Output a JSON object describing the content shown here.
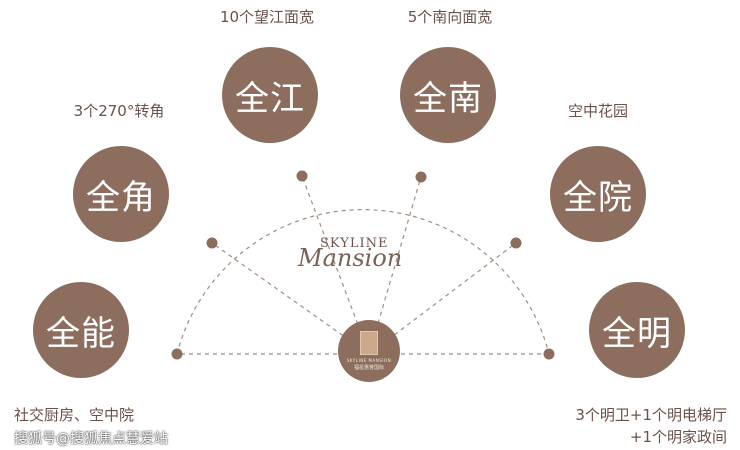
{
  "features": [
    {
      "key": "quanjiang",
      "label": "全江",
      "caption": "10个望江面宽"
    },
    {
      "key": "quannan",
      "label": "全南",
      "caption": "5个南向面宽"
    },
    {
      "key": "quanjiao",
      "label": "全角",
      "caption": "3个270°转角"
    },
    {
      "key": "quanyuan",
      "label": "全院",
      "caption": "空中花园"
    },
    {
      "key": "quanneng",
      "label": "全能",
      "caption": "社交厨房、空中院"
    },
    {
      "key": "quanming",
      "label": "全明",
      "caption_line1": "3个明卫+1个明电梯厅",
      "caption_line2": "+1个明家政间"
    }
  ],
  "logo": {
    "en": "SKYLINE",
    "script": "Mansion"
  },
  "badge": {
    "en": "SKYLINE MANSION",
    "cn": "福星惠誉国际"
  },
  "watermark": "搜狐号@搜狐焦点慧爱站",
  "colors": {
    "brand": "#8d6e5e",
    "text": "#6a5149"
  }
}
